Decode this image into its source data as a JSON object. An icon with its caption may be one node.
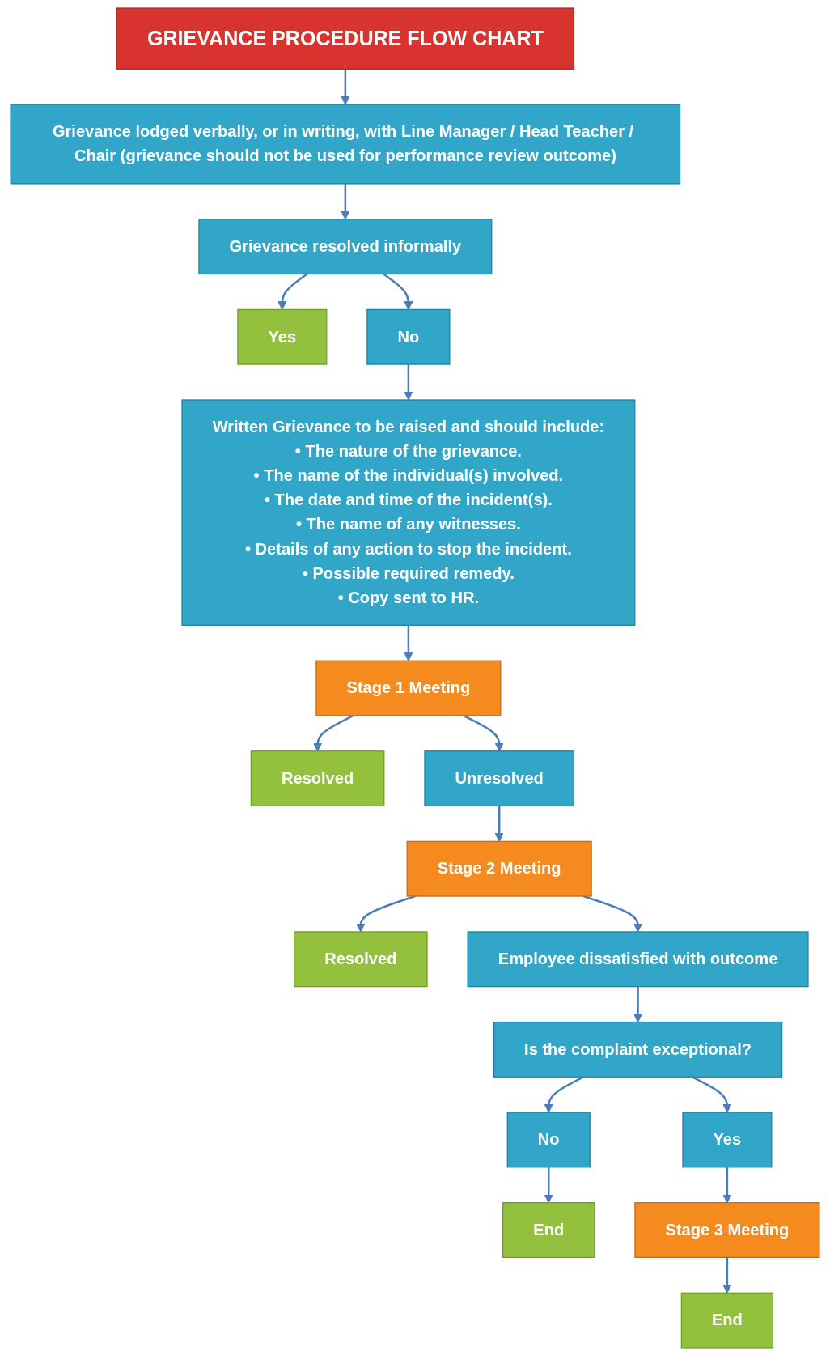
{
  "diagram": {
    "nodes": [
      {
        "text": [
          "GRIEVANCE PROCEDURE FLOW CHART"
        ]
      },
      {
        "text": [
          "Grievance lodged verbally, or in writing, with Line Manager / Head Teacher / Chair (grievance should not be used for performance review outcome)"
        ]
      },
      {
        "text": [
          "Grievance resolved informally"
        ]
      },
      {
        "text": [
          "Yes"
        ]
      },
      {
        "text": [
          "No"
        ]
      },
      {
        "text": [
          "Written Grievance to be raised and should include:",
          "• The nature of the grievance.",
          "• The name of the individual(s) involved.",
          "• The date and time of the incident(s).",
          "• The name of any witnesses.",
          "• Details of any action to stop the incident.",
          "• Possible required remedy.",
          "• Copy sent to HR."
        ]
      },
      {
        "text": [
          "Stage 1 Meeting"
        ]
      },
      {
        "text": [
          "Resolved"
        ]
      },
      {
        "text": [
          "Unresolved"
        ]
      },
      {
        "text": [
          "Stage 2 Meeting"
        ]
      },
      {
        "text": [
          "Resolved"
        ]
      },
      {
        "text": [
          "Employee dissatisfied with outcome"
        ]
      },
      {
        "text": [
          "Is the complaint exceptional?"
        ]
      },
      {
        "text": [
          "No"
        ]
      },
      {
        "text": [
          "End"
        ]
      },
      {
        "text": [
          "Yes"
        ]
      },
      {
        "text": [
          "Stage 3 Meeting"
        ]
      },
      {
        "text": [
          "End"
        ]
      }
    ],
    "edges": [
      {
        "from": 0,
        "to": 1,
        "arrow": "to"
      },
      {
        "from": 1,
        "to": 2,
        "arrow": "to"
      },
      {
        "from": 2,
        "to": 3,
        "arrow": "to"
      },
      {
        "from": 2,
        "to": 4,
        "arrow": "to"
      },
      {
        "from": 4,
        "to": 5,
        "arrow": "to"
      },
      {
        "from": 5,
        "to": 6,
        "arrow": "to"
      },
      {
        "from": 6,
        "to": 7,
        "arrow": "to"
      },
      {
        "from": 6,
        "to": 8,
        "arrow": "to"
      },
      {
        "from": 8,
        "to": 9,
        "arrow": "to"
      },
      {
        "from": 9,
        "to": 10,
        "arrow": "to"
      },
      {
        "from": 9,
        "to": 11,
        "arrow": "to"
      },
      {
        "from": 11,
        "to": 12,
        "arrow": "to"
      },
      {
        "from": 12,
        "to": 13,
        "arrow": "to"
      },
      {
        "from": 13,
        "to": 14,
        "arrow": "to"
      },
      {
        "from": 12,
        "to": 15,
        "arrow": "to"
      },
      {
        "from": 15,
        "to": 16,
        "arrow": "to"
      },
      {
        "from": 16,
        "to": 17,
        "arrow": "to"
      }
    ]
  }
}
